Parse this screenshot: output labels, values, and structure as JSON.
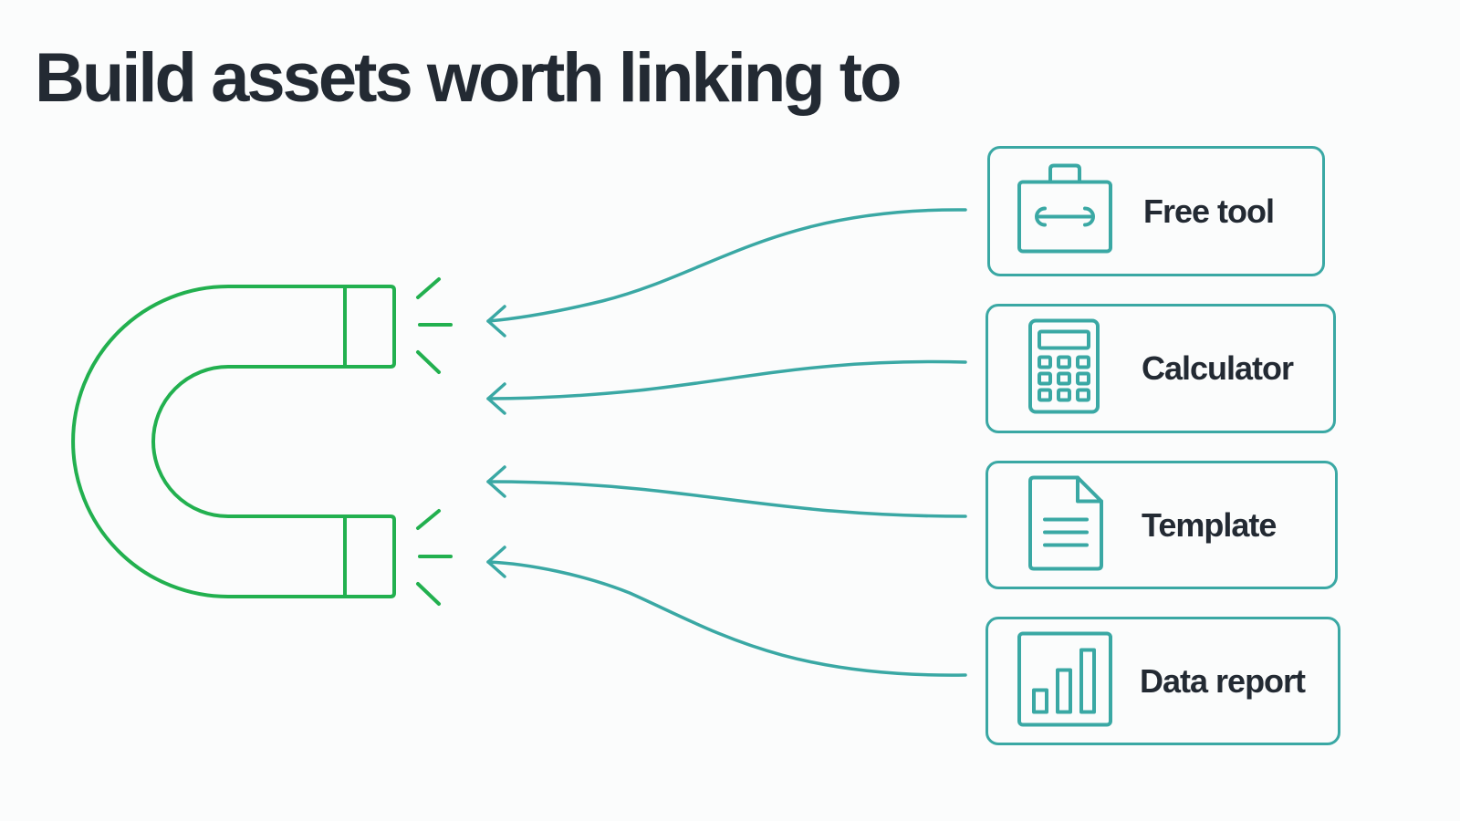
{
  "title": "Build assets worth linking to",
  "colors": {
    "magnet": "#22b04f",
    "teal": "#3aa8a4",
    "text": "#232a33",
    "background": "#fbfcfc"
  },
  "magnet": {
    "icon": "magnet-icon"
  },
  "assets": [
    {
      "label": "Free tool",
      "icon": "toolbox-icon"
    },
    {
      "label": "Calculator",
      "icon": "calculator-icon"
    },
    {
      "label": "Template",
      "icon": "document-icon"
    },
    {
      "label": "Data report",
      "icon": "bar-chart-icon"
    }
  ]
}
